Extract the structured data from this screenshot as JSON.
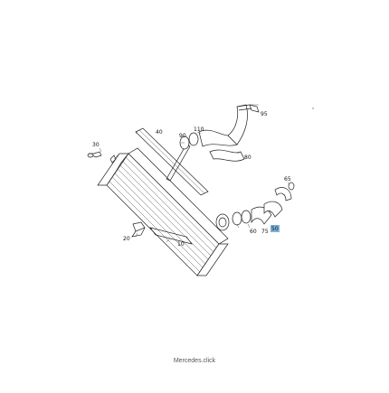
{
  "diagram": {
    "callouts": [
      {
        "id": "95",
        "label": "95"
      },
      {
        "id": "110",
        "label": "110"
      },
      {
        "id": "40",
        "label": "40"
      },
      {
        "id": "90",
        "label": "90"
      },
      {
        "id": "80",
        "label": "80"
      },
      {
        "id": "30",
        "label": "30"
      },
      {
        "id": "65",
        "label": "65"
      },
      {
        "id": "60",
        "label": "60"
      },
      {
        "id": "75",
        "label": "75"
      },
      {
        "id": "50",
        "label": "50"
      },
      {
        "id": "20",
        "label": "20"
      },
      {
        "id": "10",
        "label": "10"
      }
    ],
    "highlighted_callout": "50",
    "highlight_color": "#7fb2d9"
  },
  "footer": {
    "watermark": "Mercedes.click"
  }
}
